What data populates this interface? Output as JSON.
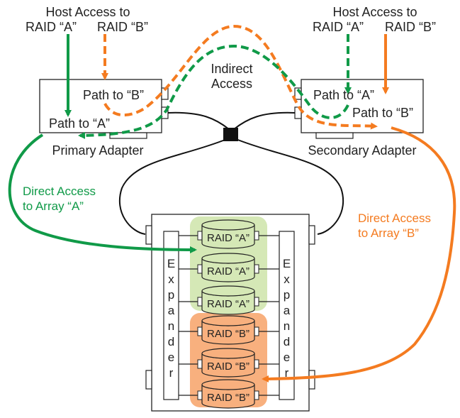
{
  "labels": {
    "host_a_line1": "Host Access to",
    "host_a_line2_a": "RAID “A”",
    "host_a_line2_b": "RAID “B”",
    "host_b_line1": "Host Access to",
    "host_b_line2_a": "RAID “A”",
    "host_b_line2_b": "RAID “B”",
    "indirect_line1": "Indirect",
    "indirect_line2": "Access",
    "primary_path_b": "Path to “B”",
    "primary_path_a": "Path to “A”",
    "secondary_path_a": "Path to “A”",
    "secondary_path_b": "Path to “B”",
    "primary_adapter": "Primary Adapter",
    "secondary_adapter": "Secondary Adapter",
    "direct_a_line1": "Direct Access",
    "direct_a_line2": "to Array “A”",
    "direct_b_line1": "Direct Access",
    "direct_b_line2": "to Array “B”",
    "expander_left": [
      "E",
      "x",
      "p",
      "a",
      "n",
      "d",
      "e",
      "r"
    ],
    "expander_right": [
      "E",
      "x",
      "p",
      "a",
      "n",
      "d",
      "e",
      "r"
    ],
    "disks": [
      "RAID “A”",
      "RAID “A”",
      "RAID “A”",
      "RAID “B”",
      "RAID “B”",
      "RAID “B”"
    ]
  },
  "colors": {
    "green": "#109a48",
    "orange": "#f47b20",
    "green_fill": "#d5e8b6",
    "orange_fill": "#f8b07e",
    "label_green": "#109a48",
    "label_orange": "#f47b20"
  }
}
